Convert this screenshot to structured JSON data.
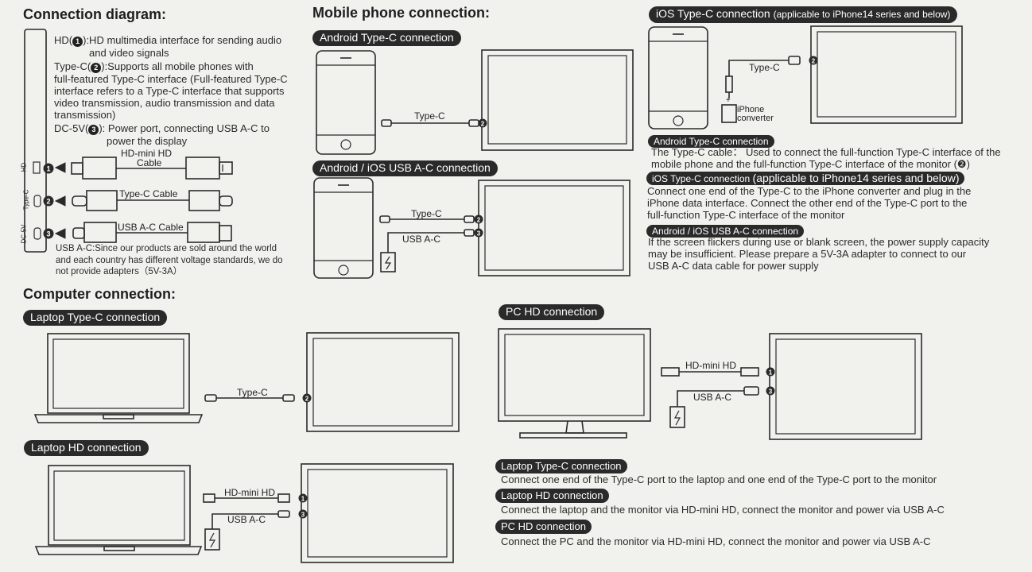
{
  "headings": {
    "connection_diagram": "Connection diagram:",
    "mobile_phone": "Mobile phone connection:",
    "computer": "Computer connection:"
  },
  "ports_desc": {
    "hd_pre": "HD(",
    "hd_num": "1",
    "hd_post": "):HD multimedia interface for sending audio",
    "hd_line2": "and video signals",
    "typec_pre": "Type-C(",
    "typec_num": "2",
    "typec_post": "):Supports all mobile phones with",
    "typec_lines": [
      "full-featured Type-C interface (Full-featured Type-C",
      "interface refers to a Type-C interface that supports",
      "video transmission, audio transmission and data",
      "transmission)"
    ],
    "dc_pre": "DC-5V(",
    "dc_num": "3",
    "dc_post": "): Power port, connecting USB A-C to",
    "dc_line2": "power the display"
  },
  "side_ports": [
    "HD",
    "Type-C",
    "DC-5V"
  ],
  "cables": {
    "hd_mini": "HD-mini HD",
    "hd_cable": "Cable",
    "typec_cable": "Type-C Cable",
    "usbac_cable": "USB A-C Cable"
  },
  "usb_note": [
    "USB A-C:Since our products are sold around the world",
    "and each country has different voltage standards, we do",
    "not provide adapters（5V-3A）"
  ],
  "pills": {
    "android_typec": "Android Type-C connection",
    "android_ios_usb": "Android / iOS USB A-C connection",
    "ios_typec_main": "iOS Type-C connection",
    "ios_typec_note": "(applicable to iPhone14 series and below)",
    "laptop_typec": "Laptop Type-C connection",
    "laptop_hd": "Laptop HD connection",
    "pc_hd": "PC HD connection"
  },
  "diagram_labels": {
    "typec": "Type-C",
    "usbac": "USB A-C",
    "hdmini": "HD-mini HD",
    "iphone": "iPhone",
    "converter": "converter",
    "plus": "+"
  },
  "mobile_notes": {
    "android_title": "Android Type-C connection",
    "android_text": [
      "The Type-C cable： Used to connect the full-function Type-C interface of the",
      "mobile phone and the full-function Type-C interface of the monitor (❷)"
    ],
    "ios_title_main": "iOS Type-C connection",
    "ios_title_note": "(applicable to iPhone14 series and below)",
    "ios_text": [
      "Connect one end of the Type-C to the iPhone converter and plug in the",
      "iPhone data interface. Connect the other end of the Type-C port to the",
      "full-function Type-C interface of the monitor"
    ],
    "usb_title": "Android / iOS USB A-C connection",
    "usb_text": [
      "If the screen flickers during use or blank screen, the power supply capacity",
      "may be insufficient. Please prepare a 5V-3A adapter to connect to our",
      "USB A-C data cable for power supply"
    ]
  },
  "computer_notes": [
    {
      "title": "Laptop Type-C connection",
      "text": "Connect one end of the Type-C port to the laptop and one end of the Type-C port to the monitor"
    },
    {
      "title": "Laptop HD connection",
      "text": "Connect the laptop and the monitor via HD-mini HD, connect the monitor and power via USB A-C"
    },
    {
      "title": "PC HD connection",
      "text": "Connect the PC and the monitor via HD-mini HD, connect the monitor and power via USB A-C"
    }
  ],
  "port_numbers": [
    "1",
    "2",
    "3"
  ],
  "colors": {
    "ink": "#2a2a2a",
    "paper": "#f1f1ee",
    "pill": "#2a2a2a"
  }
}
